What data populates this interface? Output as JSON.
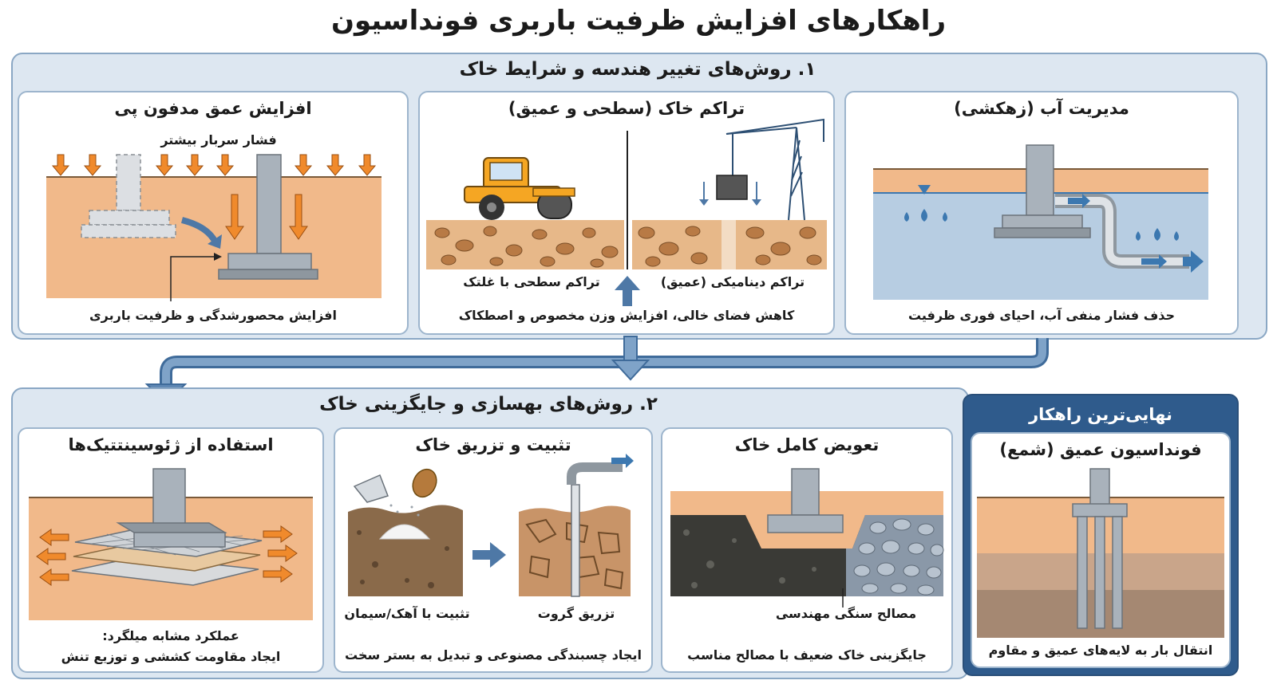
{
  "title": "راهکارهای افزایش ظرفیت باربری فونداسیون",
  "section1": {
    "title": "۱. روش‌های تغییر هندسه و شرایط خاک",
    "depth": {
      "title": "افزایش عمق مدفون پی",
      "surcharge": "فشار سربار بیشتر",
      "caption": "افزایش محصورشدگی و ظرفیت باربری"
    },
    "compaction": {
      "title": "تراکم خاک (سطحی و عمیق)",
      "surface_label": "تراکم سطحی با غلتک",
      "dynamic_label": "تراکم دینامیکی (عمیق)",
      "caption": "کاهش فضای خالی، افزایش وزن مخصوص و اصطکاک"
    },
    "drainage": {
      "title": "مدیریت آب (زهکشی)",
      "caption": "حذف فشار منفی آب، احیای فوری ظرفیت"
    }
  },
  "section2": {
    "title": "۲. روش‌های بهسازی و جایگزینی خاک",
    "geosynthetics": {
      "title": "استفاده از ژئوسینتتیک‌ها",
      "caption_line1": "عملکرد مشابه میلگرد:",
      "caption_line2": "ایجاد مقاومت کششی و توزیع تنش"
    },
    "stabilization": {
      "title": "تثبیت و تزریق خاک",
      "lime_label": "تثبیت با آهک/سیمان",
      "grout_label": "تزریق گروت",
      "caption": "ایجاد چسبندگی مصنوعی و تبدیل به بستر سخت"
    },
    "replacement": {
      "title": "تعویض کامل خاک",
      "material_label": "مصالح سنگی مهندسی",
      "caption": "جایگزینی خاک ضعیف با مصالح مناسب"
    }
  },
  "final": {
    "header": "نهایی‌ترین راهکار",
    "title": "فونداسیون عمیق (شمع)",
    "caption": "انتقال بار به لایه‌های عمیق و مقاوم"
  },
  "colors": {
    "soil": "#f1b98a",
    "concrete": "#a9b2bb",
    "arrow": "#f08a2c",
    "section_bg": "#dde7f1",
    "accent": "#2f5b8c"
  }
}
